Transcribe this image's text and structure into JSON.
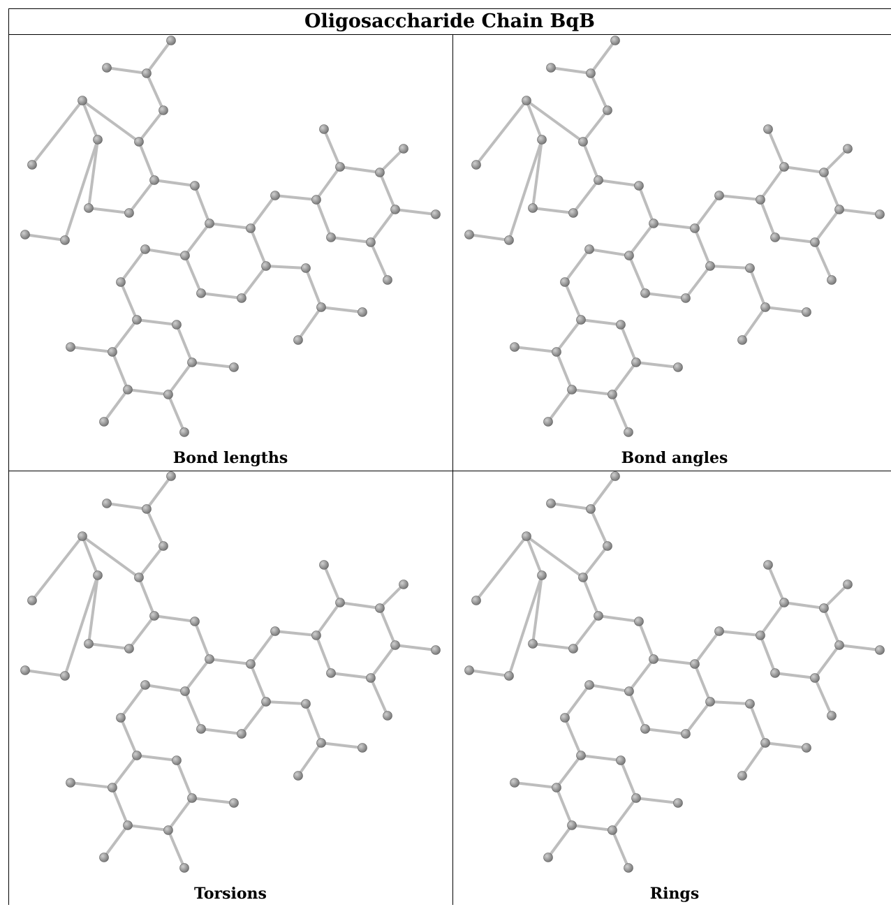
{
  "title": "Oligosaccharide Chain BqB",
  "panels": [
    {
      "caption": "Bond lengths"
    },
    {
      "caption": "Bond angles"
    },
    {
      "caption": "Torsions"
    },
    {
      "caption": "Rings"
    }
  ],
  "colors": {
    "bond": "#bdbdbd",
    "atom_fill": "#7a7a7a",
    "atom_highlight": "#d0d0d0",
    "border": "#000000"
  }
}
